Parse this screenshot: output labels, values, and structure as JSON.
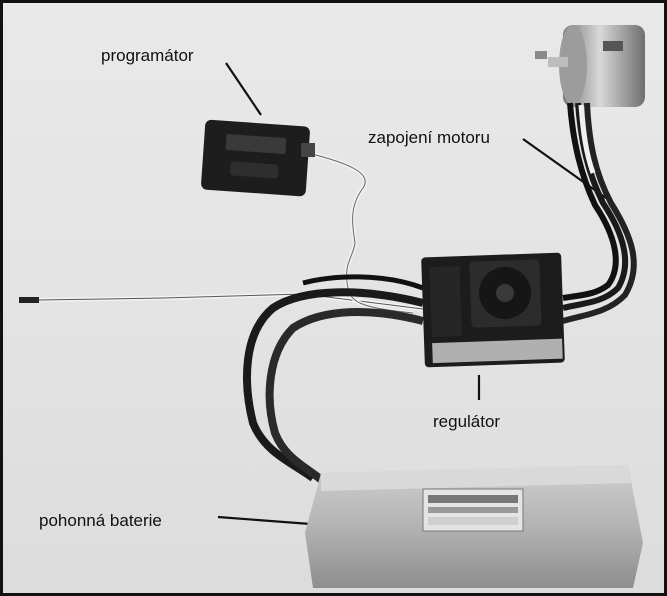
{
  "labels": {
    "programator": "programátor",
    "motor_connection": "zapojení motoru",
    "regulator": "regulátor",
    "battery": "pohonná baterie"
  },
  "colors": {
    "background": "#e6e6e6",
    "frame": "#111111",
    "device_dark": "#1c1c1c",
    "battery_silver": "#b9b9b9"
  }
}
